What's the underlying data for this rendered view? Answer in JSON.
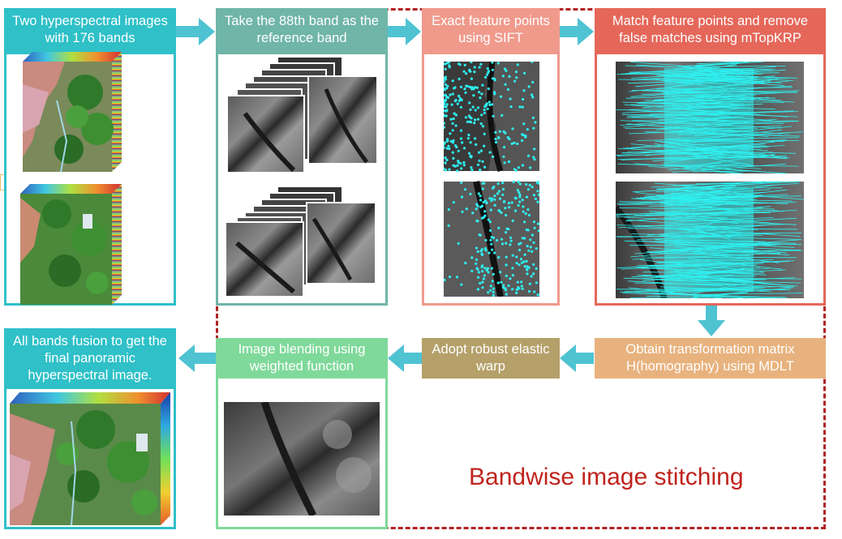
{
  "boxes": {
    "input": "Two hyperspectral images with 176 bands",
    "reference": "Take the 88th band as the reference band",
    "sift": "Exact feature points using SIFT",
    "match": "Match feature points and remove false matches using mTopKRP",
    "homography": "Obtain transformation matrix H(homography) using MDLT",
    "warp": "Adopt robust elastic warp",
    "blend": "Image blending using weighted function",
    "fusion": "All bands fusion to get the final panoramic hyperspectral image."
  },
  "region_label": "Bandwise image stitching",
  "colors": {
    "teal_input": "#2fc0c8",
    "teal_ref": "#6fb5a8",
    "salmon_sift": "#f09a8c",
    "red_match": "#e5675a",
    "orange_homography": "#e8b27e",
    "olive_warp": "#b5a06a",
    "green_blend": "#7fd99a",
    "teal_fusion": "#2fc0c8",
    "arrow": "#4fc3d2",
    "dash": "#b22222",
    "label_red": "#c0231c",
    "match_line": "#2ff0f0"
  },
  "icons": {
    "cube": "hyperspectral-cube-icon",
    "band_stack": "band-stack-icon",
    "feature_points": "feature-points-icon",
    "match_lines": "match-lines-icon",
    "arrow": "arrow-icon"
  }
}
